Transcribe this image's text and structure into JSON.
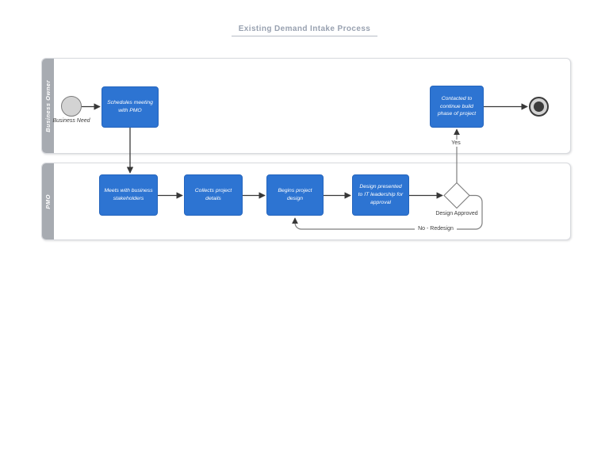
{
  "title": "Existing Demand Intake Process",
  "colors": {
    "task_fill": "#2d74d2",
    "lane_bar": "#a7abb1",
    "lane_border": "#d8dade",
    "title_text": "#98a1b0",
    "flow_line": "#383838",
    "gateway_line": "#7e7e7e",
    "event_fill": "#d3d3d3",
    "event_dark": "#3b3b3b",
    "label_text": "#3d3d3d"
  },
  "diagram_type": "bpmn-swimlane-flowchart",
  "lanes": [
    {
      "label": "Business Owner"
    },
    {
      "label": "PMO"
    }
  ],
  "nodes": {
    "start_event": {
      "label": "Business Need",
      "type": "start-event"
    },
    "task_schedule": {
      "label": "Schedules meeting with PMO",
      "lane": "Business Owner"
    },
    "task_contacted": {
      "label": "Contacted to continue build phase of project",
      "lane": "Business Owner"
    },
    "task_meets": {
      "label": "Meets with business stakeholders",
      "lane": "PMO"
    },
    "task_collects": {
      "label": "Collects project details",
      "lane": "PMO"
    },
    "task_begins": {
      "label": "Begins project design",
      "lane": "PMO"
    },
    "task_presented": {
      "label": "Design presented to IT leadership for approval",
      "lane": "PMO"
    },
    "gateway": {
      "label": "Design Approved",
      "type": "decision"
    },
    "end_event": {
      "label": "",
      "type": "end-event"
    }
  },
  "edges": {
    "yes_label": "Yes",
    "no_label": "No - Redesign"
  }
}
